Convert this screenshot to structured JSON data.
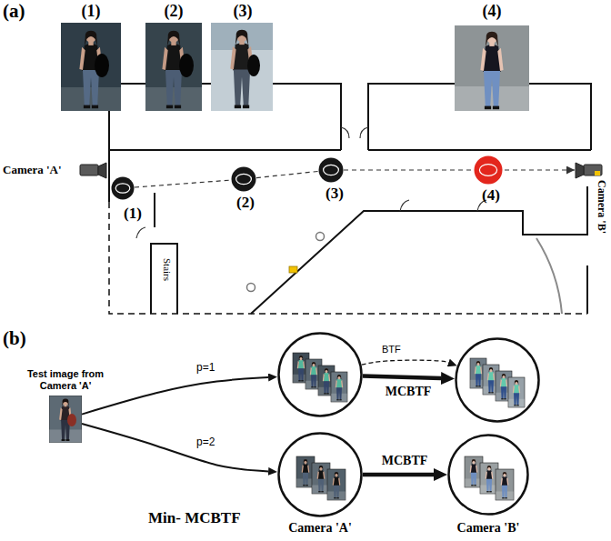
{
  "diagram": {
    "nodes": [
      {
        "text": [
          "(1)"
        ]
      },
      {
        "text": [
          "(2)"
        ]
      },
      {
        "text": [
          "(3)"
        ]
      },
      {
        "text": [
          "(4)"
        ]
      },
      {
        "text": [
          "Test image from Camera 'A'"
        ]
      },
      {
        "text": []
      },
      {
        "text": []
      },
      {
        "text": [
          "Camera 'A'"
        ]
      },
      {
        "text": [
          "Camera 'B'"
        ]
      }
    ],
    "edges": [
      {
        "from": 0,
        "to": 1,
        "arrow": "none"
      },
      {
        "from": 1,
        "to": 2,
        "arrow": "none"
      },
      {
        "from": 2,
        "to": 3,
        "arrow": "none"
      },
      {
        "from": 4,
        "to": 5,
        "label": "p=1",
        "arrow": "to"
      },
      {
        "from": 4,
        "to": 7,
        "label": "p=2",
        "arrow": "to"
      },
      {
        "from": 5,
        "to": 6,
        "label": "BTF",
        "arrow": "to"
      },
      {
        "from": 5,
        "to": 6,
        "label": "MCBTF",
        "arrow": "to"
      },
      {
        "from": 7,
        "to": 8,
        "label": "MCBTF",
        "arrow": "to"
      }
    ],
    "labels": [
      "(a)",
      "(1)",
      "(2)",
      "(3)",
      "(4)",
      "Camera 'A'",
      "Camera 'B'",
      "Stairs",
      "(b)",
      "Min- MCBTF"
    ]
  }
}
